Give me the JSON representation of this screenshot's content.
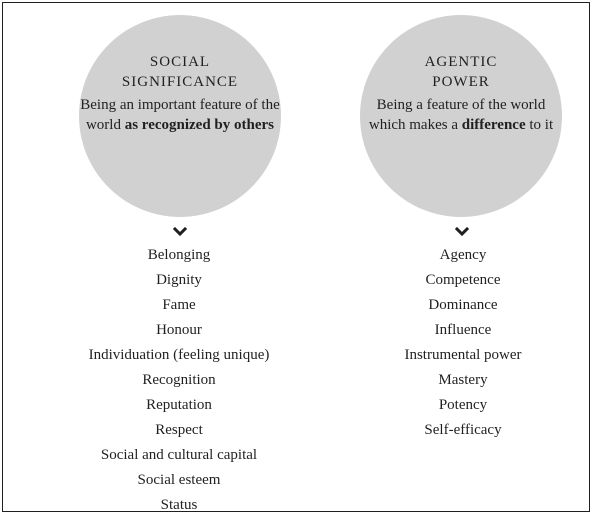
{
  "left": {
    "title": "SOCIAL\nSIGNIFICANCE",
    "desc_pre": "Being an important feature of the world ",
    "desc_bold": "as recognized by others",
    "desc_post": "",
    "items": [
      "Belonging",
      "Dignity",
      "Fame",
      "Honour",
      "Individuation (feeling unique)",
      "Recognition",
      "Reputation",
      "Respect",
      "Social and cultural capital",
      "Social esteem",
      "Status"
    ]
  },
  "right": {
    "title": "AGENTIC\nPOWER",
    "desc_pre": "Being a feature of the world which makes a ",
    "desc_bold": "difference",
    "desc_post": " to it",
    "items": [
      "Agency",
      "Competence",
      "Dominance",
      "Influence",
      "Instrumental power",
      "Mastery",
      "Potency",
      "Self-efficacy"
    ]
  },
  "colors": {
    "circle_fill": "#d1d1d1",
    "text": "#231f20"
  },
  "icons": {
    "arrow": "chevron-down-icon"
  }
}
